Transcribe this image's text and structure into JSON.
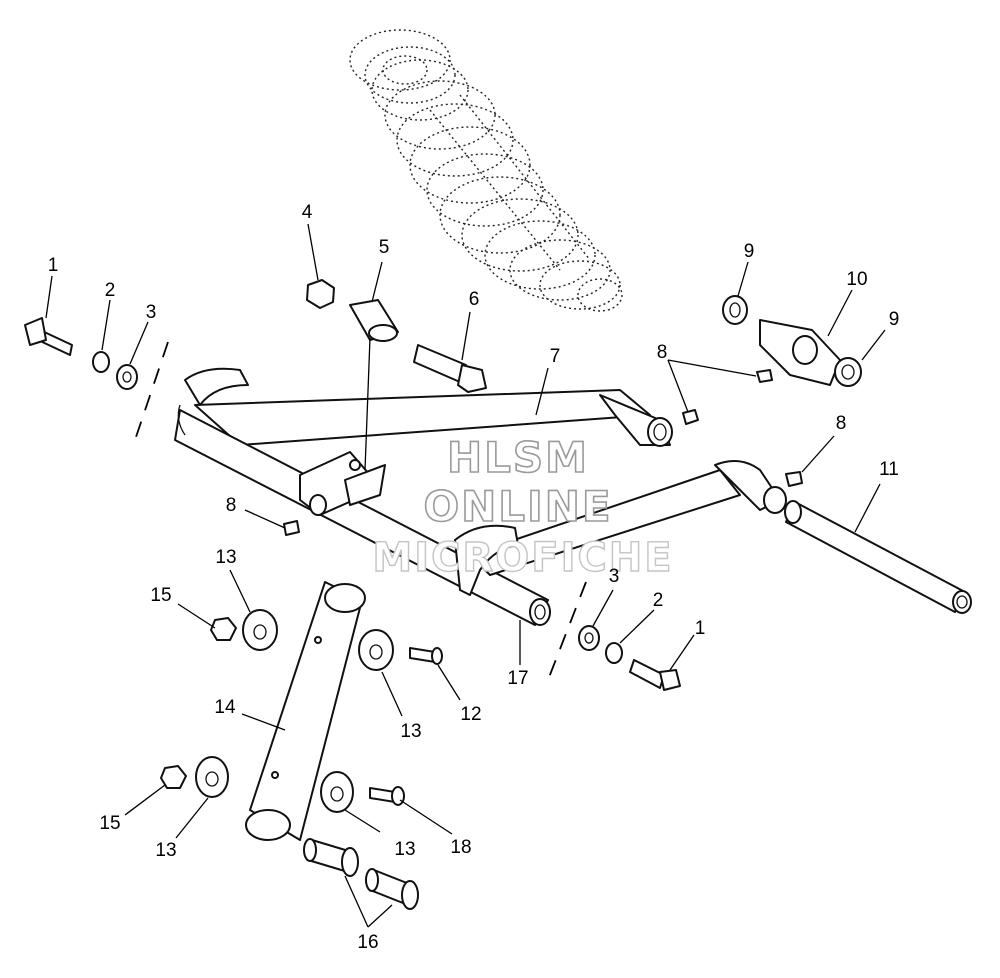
{
  "watermark": {
    "line1": "HLSM",
    "line2": "ONLINE",
    "line3": "MICROFICHE",
    "stroke_color": "#9a9a9a"
  },
  "callouts": {
    "c1a": "1",
    "c2a": "2",
    "c3a": "3",
    "c4": "4",
    "c5": "5",
    "c6": "6",
    "c7": "7",
    "c8a": "8",
    "c8b": "8",
    "c8c": "8",
    "c9a": "9",
    "c9b": "9",
    "c10": "10",
    "c11": "11",
    "c12": "12",
    "c13a": "13",
    "c13b": "13",
    "c13c": "13",
    "c13d": "13",
    "c14": "14",
    "c15a": "15",
    "c15b": "15",
    "c16": "16",
    "c17": "17",
    "c18": "18",
    "c3b": "3",
    "c2b": "2",
    "c1b": "1"
  }
}
